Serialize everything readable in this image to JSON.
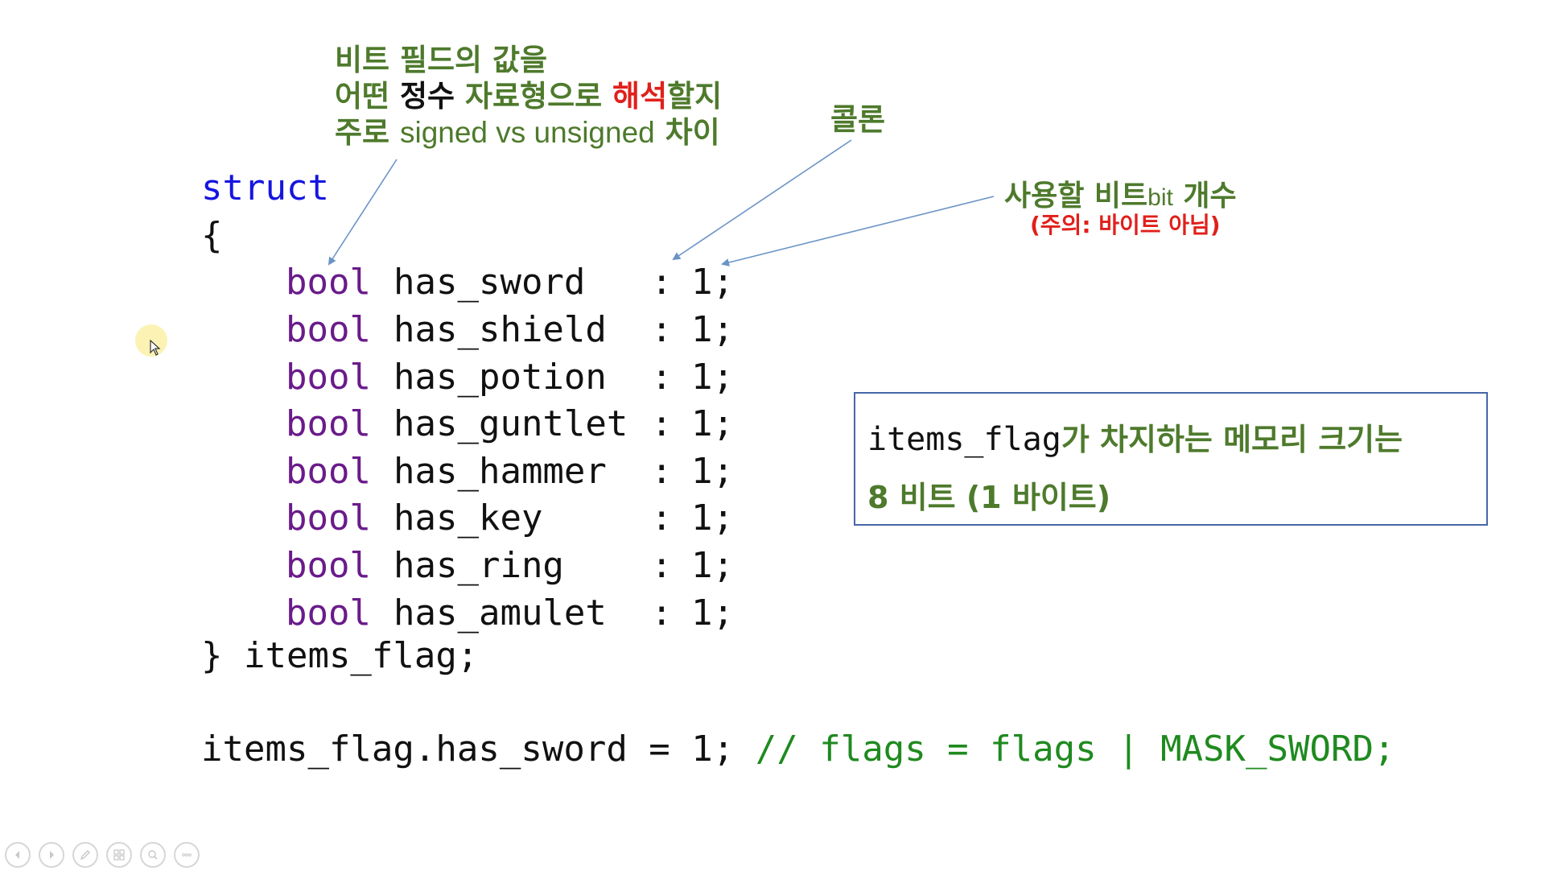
{
  "annotations": {
    "type_interpret": {
      "line1": "비트 필드의 값을",
      "line2_a": "어떤 ",
      "line2_b": "정수",
      "line2_c": " 자료형으로 ",
      "line2_d": "해석",
      "line2_e": "할지",
      "line3_a": "주로 ",
      "line3_b": "signed vs unsigned",
      "line3_c": " 차이"
    },
    "colon": "콜론",
    "bit_count": {
      "main_a": "사용할 비트",
      "main_small": "bit",
      "main_b": " 개수",
      "note": "(주의: 바이트 아님)"
    }
  },
  "code": {
    "struct_keyword": "struct",
    "open_brace": "{",
    "fields": [
      {
        "type": "bool",
        "name": "has_sword",
        "colon": ":",
        "width": "1;"
      },
      {
        "type": "bool",
        "name": "has_shield",
        "colon": ":",
        "width": "1;"
      },
      {
        "type": "bool",
        "name": "has_potion",
        "colon": ":",
        "width": "1;"
      },
      {
        "type": "bool",
        "name": "has_guntlet",
        "colon": ":",
        "width": "1;"
      },
      {
        "type": "bool",
        "name": "has_hammer",
        "colon": ":",
        "width": "1;"
      },
      {
        "type": "bool",
        "name": "has_key",
        "colon": ":",
        "width": "1;"
      },
      {
        "type": "bool",
        "name": "has_ring",
        "colon": ":",
        "width": "1;"
      },
      {
        "type": "bool",
        "name": "has_amulet",
        "colon": ":",
        "width": "1;"
      }
    ],
    "close_line": "} items_flag;",
    "assign_statement": "items_flag.has_sword = 1;",
    "assign_comment": " // flags = flags | MASK_SWORD;"
  },
  "info_box": {
    "line1_code": "items_flag",
    "line1_text": "가 차지하는 메모리 크기는",
    "line2": "8 비트 (1 바이트)"
  },
  "toolbar": {
    "buttons": [
      "previous-slide-icon",
      "next-slide-icon",
      "pen-icon",
      "slides-grid-icon",
      "zoom-icon",
      "more-options-icon"
    ]
  },
  "colors": {
    "annotation_green": "#4e7a2c",
    "emphasis_red": "#e0201b",
    "keyword_blue": "#1515e0",
    "type_purple": "#6a1b8a",
    "comment_green": "#1f8a1f",
    "arrow_blue": "#6a93c6",
    "box_border": "#4666a8"
  }
}
